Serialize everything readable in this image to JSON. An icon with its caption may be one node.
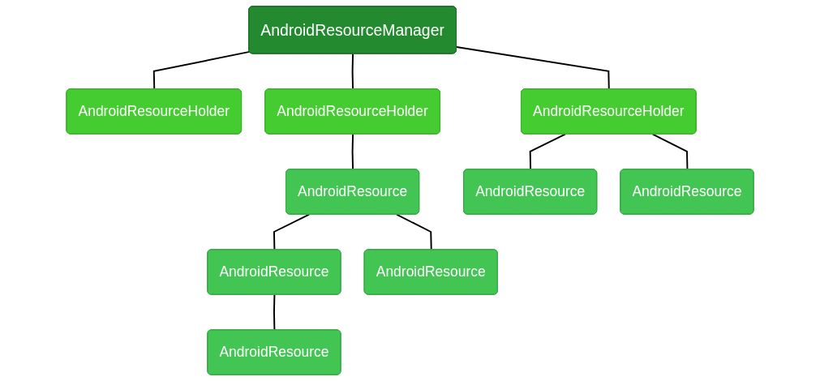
{
  "diagram": {
    "nodes": [
      {
        "text": [
          "AndroidResourceManager"
        ]
      },
      {
        "text": [
          "AndroidResourceHolder"
        ]
      },
      {
        "text": [
          "AndroidResourceHolder"
        ]
      },
      {
        "text": [
          "AndroidResourceHolder"
        ]
      },
      {
        "text": [
          "AndroidResource"
        ]
      },
      {
        "text": [
          "AndroidResource"
        ]
      },
      {
        "text": [
          "AndroidResource"
        ]
      },
      {
        "text": [
          "AndroidResource"
        ]
      },
      {
        "text": [
          "AndroidResource"
        ]
      },
      {
        "text": [
          "AndroidResource"
        ]
      }
    ],
    "edges": [
      {
        "from": 0,
        "to": 1,
        "arrow": "none"
      },
      {
        "from": 0,
        "to": 2,
        "arrow": "none"
      },
      {
        "from": 0,
        "to": 3,
        "arrow": "none"
      },
      {
        "from": 2,
        "to": 4,
        "arrow": "none"
      },
      {
        "from": 3,
        "to": 5,
        "arrow": "none"
      },
      {
        "from": 3,
        "to": 6,
        "arrow": "none"
      },
      {
        "from": 4,
        "to": 7,
        "arrow": "none"
      },
      {
        "from": 4,
        "to": 8,
        "arrow": "none"
      },
      {
        "from": 7,
        "to": 9,
        "arrow": "none"
      }
    ]
  }
}
